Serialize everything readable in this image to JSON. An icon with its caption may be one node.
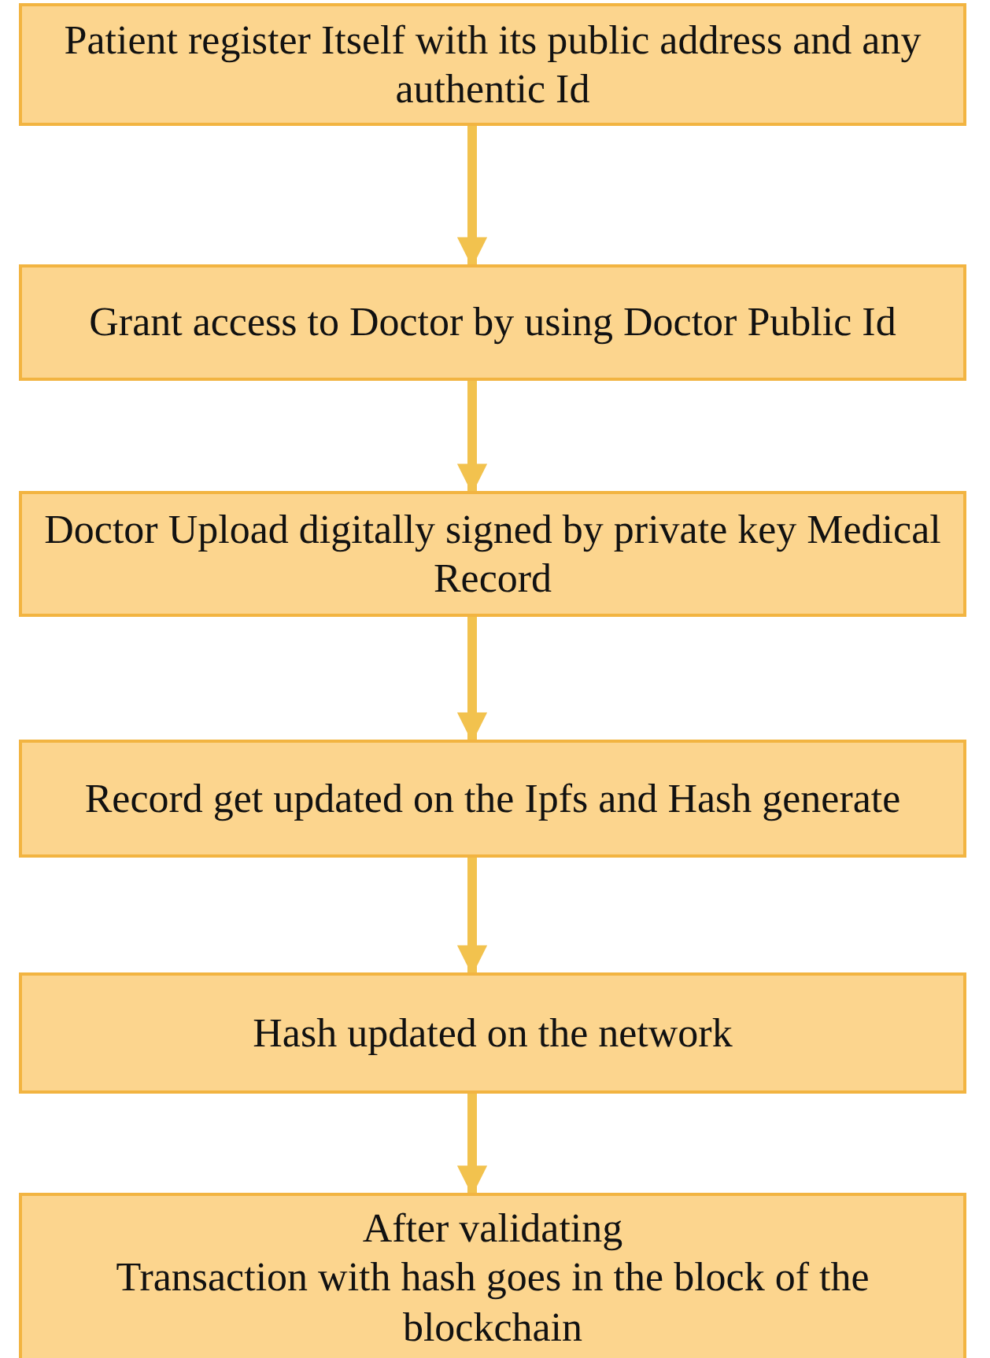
{
  "diagram": {
    "nodes": [
      {
        "text": [
          "Patient register Itself with its public address and any authentic Id"
        ]
      },
      {
        "text": [
          "Grant access to Doctor by using Doctor Public Id"
        ]
      },
      {
        "text": [
          "Doctor Upload digitally signed by private key Medical Record"
        ]
      },
      {
        "text": [
          "Record get updated on the Ipfs and Hash generate"
        ]
      },
      {
        "text": [
          "Hash updated on the network"
        ]
      },
      {
        "text": [
          "After validating",
          "Transaction with hash goes in the block of the blockchain"
        ]
      }
    ],
    "edges": [
      {
        "from": 0,
        "to": 1,
        "arrow": "to"
      },
      {
        "from": 1,
        "to": 2,
        "arrow": "to"
      },
      {
        "from": 2,
        "to": 3,
        "arrow": "to"
      },
      {
        "from": 3,
        "to": 4,
        "arrow": "to"
      },
      {
        "from": 4,
        "to": 5,
        "arrow": "to"
      }
    ]
  }
}
